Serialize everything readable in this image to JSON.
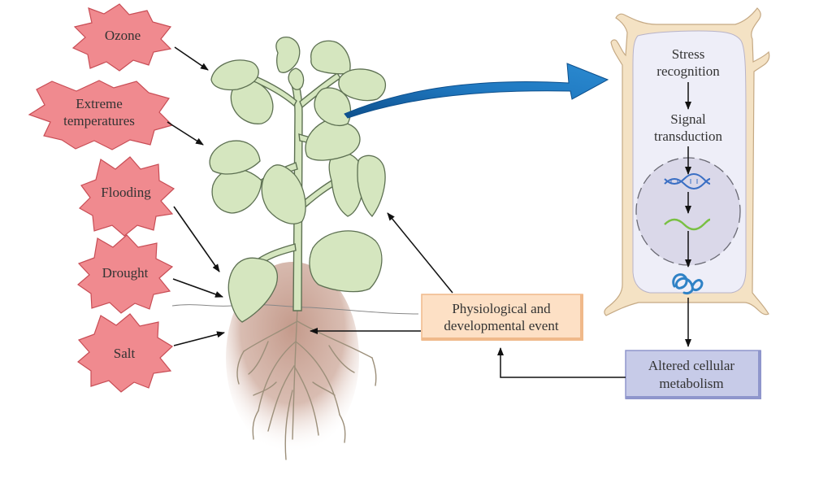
{
  "stressors": [
    "Ozone",
    "Extreme",
    "temperatures",
    "Flooding",
    "Drought",
    "Salt"
  ],
  "cell": {
    "step1_line1": "Stress",
    "step1_line2": "recognition",
    "step2_line1": "Signal",
    "step2_line2": "transduction"
  },
  "event_box": {
    "line1": "Physiological and",
    "line2": "developmental event"
  },
  "metabolism_box": {
    "line1": "Altered cellular",
    "line2": "metabolism"
  },
  "colors": {
    "stressor_fill": "#f08a8f",
    "stressor_stroke": "#c84d55",
    "leaf_fill": "#d5e6bf",
    "leaf_stroke": "#5d7052",
    "soil": "#c4998a",
    "cell_wall": "#f4e2c4",
    "cell_interior": "#eeeef8",
    "nucleus": "#dad8e9",
    "event_box_fill": "#fde0c5",
    "event_box_stroke": "#f0b98a",
    "metabolism_fill": "#c7cbe8",
    "metabolism_stroke": "#8f96cc",
    "big_arrow": "#1a73b8",
    "dna": "#3a6fc4",
    "mrna": "#79c043",
    "protein": "#2f82c6"
  }
}
